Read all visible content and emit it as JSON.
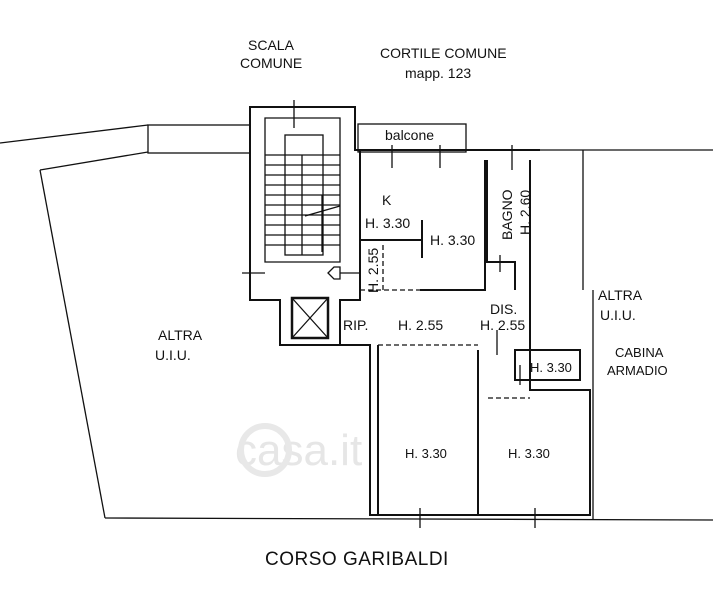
{
  "plan": {
    "stair_label": [
      "SCALA",
      "COMUNE"
    ],
    "courtyard_label": [
      "CORTILE COMUNE",
      "mapp. 123"
    ],
    "balcony": "balcone",
    "kitchen": "K",
    "kitchen_height": "H. 3.30",
    "living_height": "H. 3.30",
    "bathroom": "BAGNO",
    "bathroom_height": "H. 2.60",
    "corridor_height_vertical": "H. 2.55",
    "storage": "RIP.",
    "storage_height": "H. 2.55",
    "hall": "DIS.",
    "hall_height": "H. 2.55",
    "closet_height": "H. 3.30",
    "closet_label": [
      "CABINA",
      "ARMADIO"
    ],
    "left_other_unit": [
      "ALTRA",
      "U.I.U."
    ],
    "right_other_unit": [
      "ALTRA",
      "U.I.U."
    ],
    "room1_height": "H. 3.30",
    "room2_height": "H. 3.30",
    "street": "CORSO GARIBALDI",
    "watermark": "casa.it"
  }
}
